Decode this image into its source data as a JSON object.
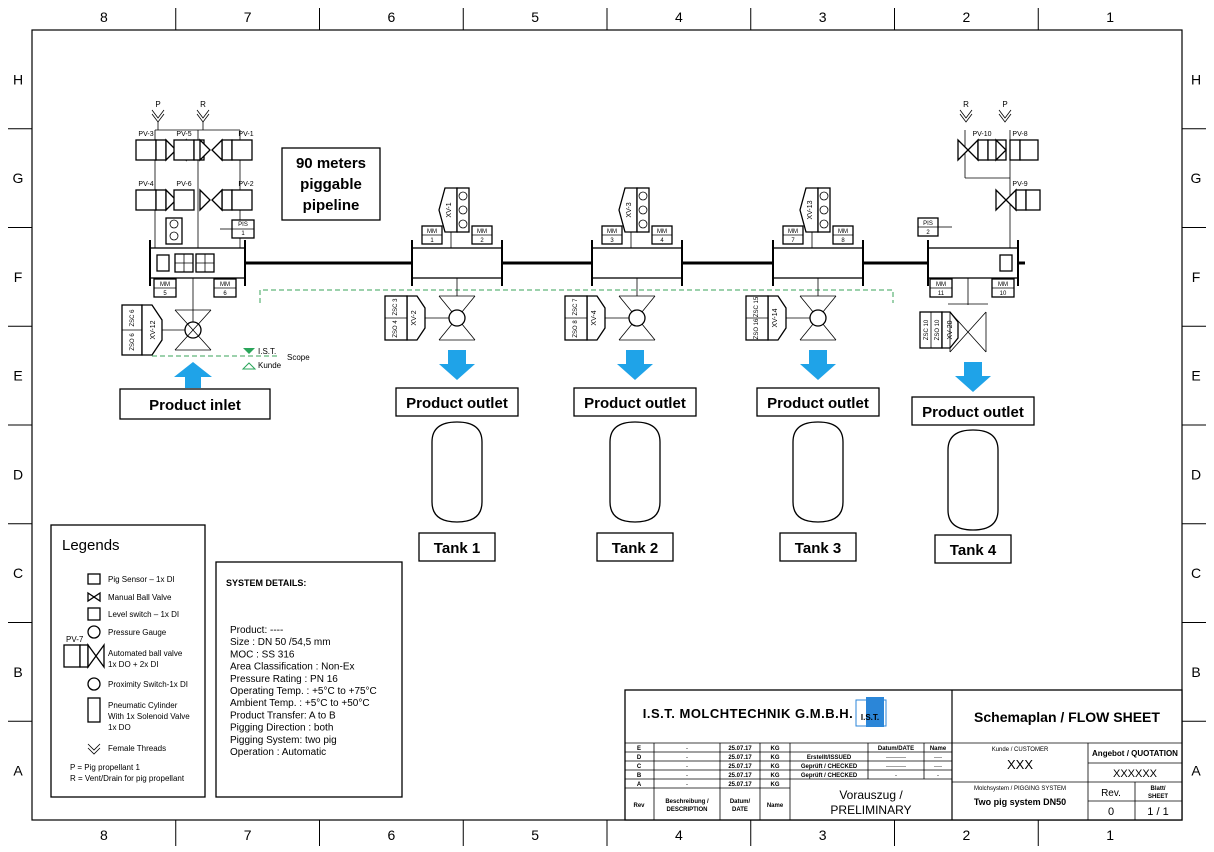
{
  "border": {
    "columns": [
      "8",
      "7",
      "6",
      "5",
      "4",
      "3",
      "2",
      "1"
    ],
    "rows": [
      "H",
      "G",
      "F",
      "E",
      "D",
      "C",
      "B",
      "A"
    ]
  },
  "pipeline_label": [
    "90 meters",
    "piggable",
    "pipeline"
  ],
  "propellant_left": [
    "P",
    "R"
  ],
  "propellant_right": [
    "R",
    "P"
  ],
  "valves": {
    "pv3": "PV-3",
    "pv5": "PV-5",
    "pv1": "PV-1",
    "pv4": "PV-4",
    "pv6": "PV-6",
    "pv2": "PV-2",
    "pv10": "PV-10",
    "pv8": "PV-8",
    "pv9": "PV-9",
    "xv12": "XV-12",
    "xv2": "XV-2",
    "xv4": "XV-4",
    "xv14": "XV-14",
    "xv20": "XV-20",
    "xv1": "XV-1",
    "xv3": "XV-3",
    "xv13": "XV-13"
  },
  "instruments": {
    "pis1": [
      "PIS",
      "1"
    ],
    "pis2": [
      "PIS",
      "2"
    ],
    "mm1": [
      "MM",
      "1"
    ],
    "mm2": [
      "MM",
      "2"
    ],
    "mm3": [
      "MM",
      "3"
    ],
    "mm4": [
      "MM",
      "4"
    ],
    "mm5": [
      "MM",
      "5"
    ],
    "mm6": [
      "MM",
      "6"
    ],
    "mm7": [
      "MM",
      "7"
    ],
    "mm8": [
      "MM",
      "8"
    ],
    "mm10": [
      "MM",
      "10"
    ],
    "mm11": [
      "MM",
      "11"
    ]
  },
  "switches": {
    "s1": [
      "ZSC 6",
      "ZSO 6"
    ],
    "s2": [
      "ZSC 3",
      "ZSO 4"
    ],
    "s3": [
      "ZSC 7",
      "ZSO 8"
    ],
    "s4": [
      "ZSC 15",
      "ZSO 16"
    ],
    "s5": [
      "ZSC 10",
      "ZSO 10"
    ]
  },
  "scope": {
    "ist": "I.S.T.",
    "kunde": "Kunde",
    "label": "Scope"
  },
  "product_inlet": "Product inlet",
  "product_outlets": [
    "Product outlet",
    "Product outlet",
    "Product outlet",
    "Product outlet"
  ],
  "tanks": [
    "Tank 1",
    "Tank 2",
    "Tank 3",
    "Tank 4"
  ],
  "legend": {
    "title": "Legends",
    "items": [
      "Pig Sensor – 1x DI",
      "Manual Ball Valve",
      "Level switch – 1x DI",
      "Pressure Gauge",
      "Automated ball valve",
      "1x DO + 2x DI",
      "Proximity Switch-1x DI",
      "Pneumatic Cylinder",
      "With 1x Solenoid Valve",
      "1x DO",
      "Female Threads"
    ],
    "pv7": "PV-7",
    "notes": [
      "P = Pig propellant 1",
      "R = Vent/Drain for pig propellant"
    ]
  },
  "system_details": {
    "title": "SYSTEM DETAILS:",
    "lines": [
      "Product: ----",
      "Size : DN 50 /54,5 mm",
      "MOC : SS 316",
      "Area Classification : Non-Ex",
      "Pressure Rating : PN 16",
      "Operating Temp. : +5°C to +75°C",
      "Ambient Temp. : +5°C to +50°C",
      "Product Transfer: A to B",
      "Pigging Direction : both",
      "Pigging System: two pig",
      "Operation : Automatic"
    ]
  },
  "title_block": {
    "company": "I.S.T. MOLCHTECHNIK G.M.B.H.",
    "logo": "I.S.T.",
    "drawing_title": "Schemaplan / FLOW SHEET",
    "customer_label": "Kunde / CUSTOMER",
    "customer": "XXX",
    "quotation_label": "Angebot / QUOTATION",
    "quotation": "XXXXXX",
    "system_label": "Molchsystem / PIGGING SYSTEM",
    "system": "Two pig system DN50",
    "rev_label": "Rev.",
    "rev": "0",
    "sheet_label": [
      "Blatt/",
      "SHEET"
    ],
    "sheet": "1 / 1",
    "preliminary": [
      "Vorauszug /",
      "PRELIMINARY"
    ],
    "rev_table": [
      {
        "rev": "E",
        "desc": "-",
        "date": "25.07.17",
        "name": "KG"
      },
      {
        "rev": "D",
        "desc": "-",
        "date": "25.07.17",
        "name": "KG"
      },
      {
        "rev": "C",
        "desc": "-",
        "date": "25.07.17",
        "name": "KG"
      },
      {
        "rev": "B",
        "desc": "-",
        "date": "25.07.17",
        "name": "KG"
      },
      {
        "rev": "A",
        "desc": "-",
        "date": "25.07.17",
        "name": "KG"
      }
    ],
    "rev_headers": {
      "rev": "Rev",
      "desc": [
        "Beschreibung /",
        "DESCRIPTION"
      ],
      "date": [
        "Datum/",
        "DATE"
      ],
      "name": "Name"
    },
    "approval_headers": {
      "date": "Datum/DATE",
      "name": "Name"
    },
    "approvals": [
      {
        "label": "Erstellt/ISSUED",
        "date": "----------",
        "name": "----"
      },
      {
        "label": "Geprüft / CHECKED",
        "date": "----------",
        "name": "----"
      },
      {
        "label": "Geprüft / CHECKED",
        "date": "-",
        "name": "-"
      }
    ]
  }
}
